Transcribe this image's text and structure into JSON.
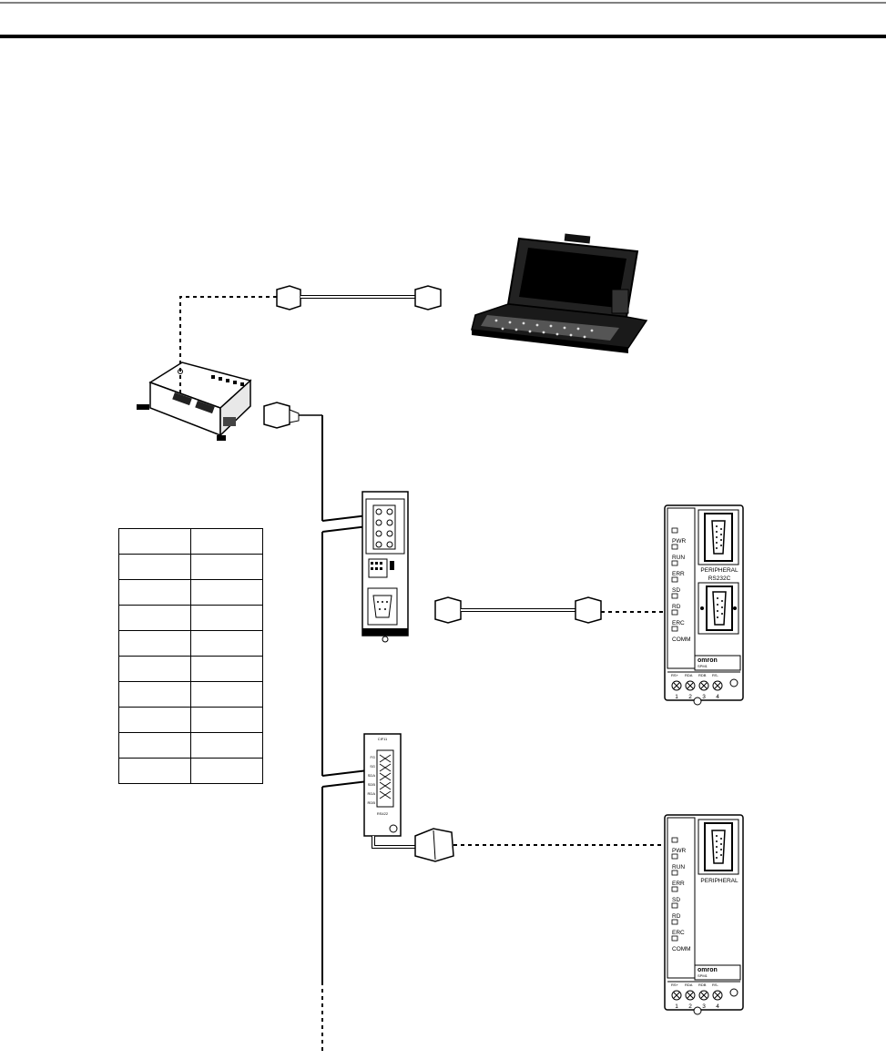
{
  "device_labels": {
    "unit_a": {
      "leds": [
        "PWR",
        "RUN",
        "ERR",
        "SD",
        "RD",
        "ERC",
        "COMM"
      ],
      "brand": "omron",
      "model": "SPM1",
      "port_peripheral": "PERIPHERAL",
      "port_rs232c": "RS232C",
      "terminal_labels": [
        "RS+",
        "RDA",
        "RDB",
        "RS-"
      ],
      "terminal_numbers": [
        "1",
        "2",
        "3",
        "4"
      ]
    },
    "unit_b": {
      "leds": [
        "PWR",
        "RUN",
        "ERR",
        "SD",
        "RD",
        "ERC",
        "COMM"
      ],
      "brand": "omron",
      "model": "SPM1",
      "port_peripheral": "PERIPHERAL",
      "terminal_labels": [
        "RS+",
        "RDA",
        "RDB",
        "RS-"
      ],
      "terminal_numbers": [
        "1",
        "2",
        "3",
        "4"
      ]
    },
    "adapter_small": {
      "model": "CIF11",
      "side_labels": [
        "FG",
        "SG",
        "SDA",
        "SDB",
        "RDA",
        "RDB"
      ],
      "footer": "RS422"
    }
  },
  "table": {
    "rows": 10,
    "cols": 2,
    "cells": []
  }
}
